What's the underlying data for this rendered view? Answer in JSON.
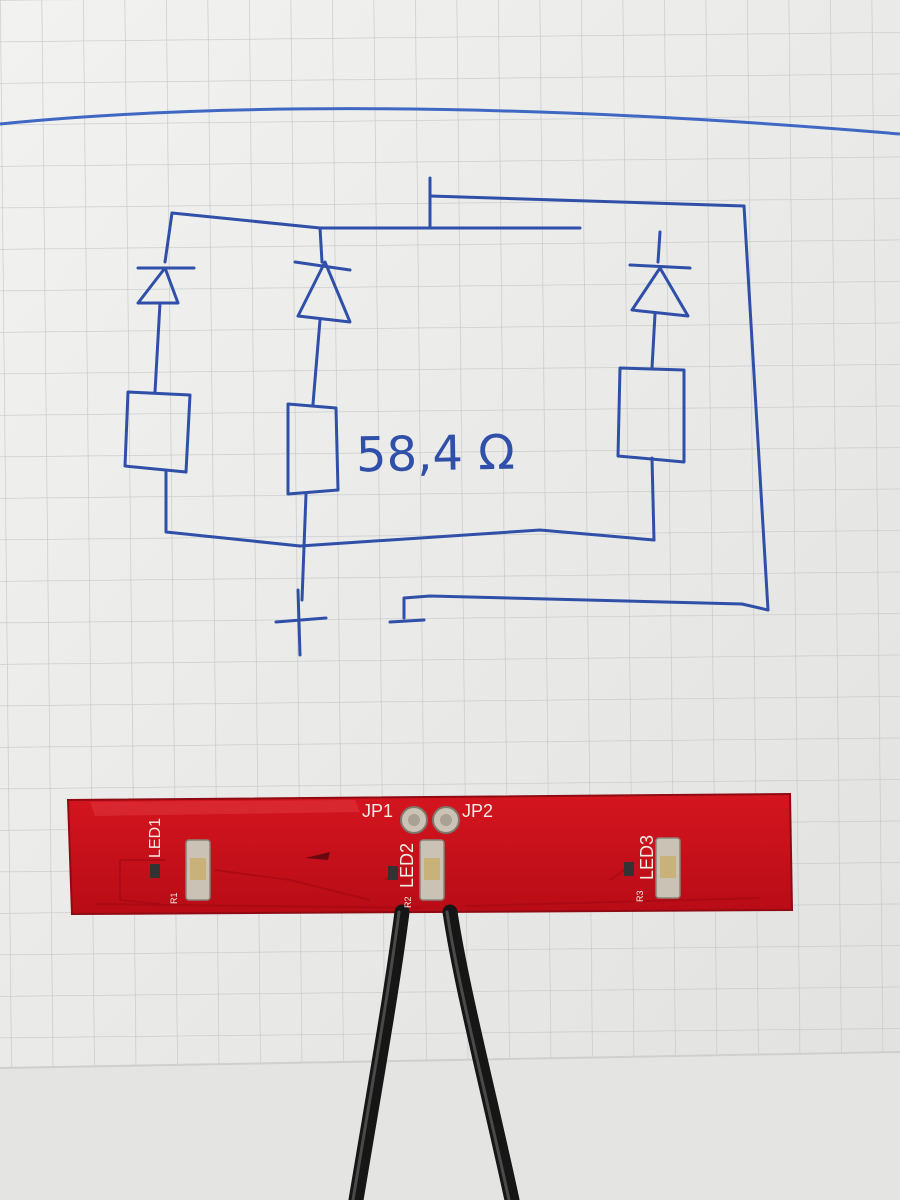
{
  "photo": {
    "subject": "hand-drawn LED schematic on grid paper above a red LED PCB with two black wires",
    "colors": {
      "paper": "#ededeb",
      "grid": "#c4c7cc",
      "margin_line": "#3f68c4",
      "ink": "#2f4fa8",
      "pcb": "#c8101b",
      "silkscreen": "#f2ece4",
      "pad": "#c9c2b5",
      "led_body": "#c9b27a",
      "wire": "#161616"
    }
  },
  "schematic": {
    "resistor_value": "58,4 Ω",
    "terminal_plus": "+",
    "terminal_minus": "–",
    "branch_count": 3
  },
  "pcb": {
    "labels": {
      "jp1": "JP1",
      "jp2": "JP2",
      "led1": "LED1",
      "led2": "LED2",
      "led3": "LED3",
      "r1": "R1",
      "r2": "R2",
      "r3": "R3"
    }
  }
}
